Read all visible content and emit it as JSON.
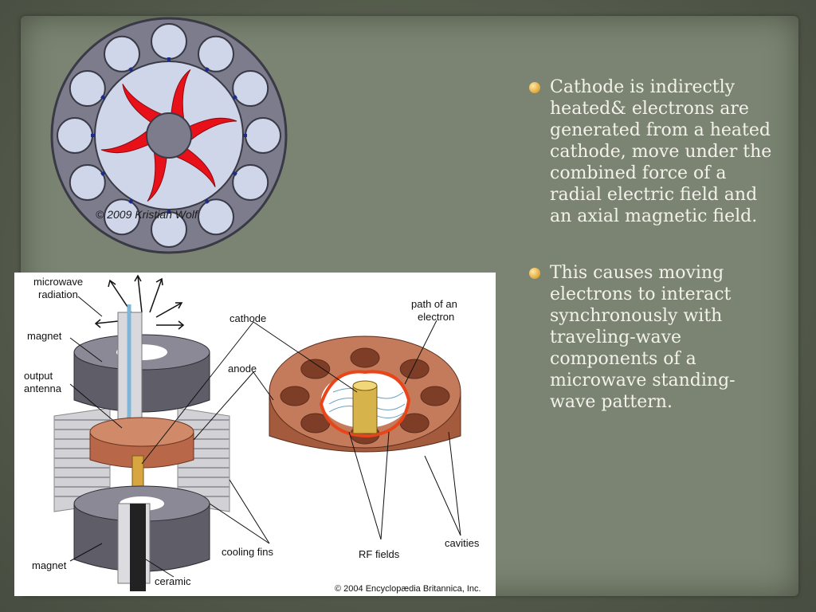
{
  "colors": {
    "background": "#545b4c",
    "panel": "#7b8472",
    "text": "#f2f2ea",
    "bullet": "#e0a635",
    "copper": "#b86848",
    "magnet": "#57565f"
  },
  "slide": {
    "bullets": [
      {
        "text": "Cathode is indirectly heated& electrons are generated from a heated cathode, move under the combined force of a radial electric field and an axial magnetic field."
      },
      {
        "text": "This causes moving electrons to interact synchronously with traveling-wave components of a microwave standing-wave pattern."
      }
    ]
  },
  "top_figure": {
    "watermark": "© 2009 Kristian Wolf"
  },
  "bottom_figure": {
    "labels": {
      "microwave_radiation": [
        "microwave",
        "radiation"
      ],
      "magnet_top": "magnet",
      "output_antenna": [
        "output",
        "antenna"
      ],
      "cathode": "cathode",
      "anode": "anode",
      "path_of_electron": [
        "path of an",
        "electron"
      ],
      "cooling_fins": "cooling fins",
      "rf_fields": "RF fields",
      "cavities": "cavities",
      "magnet_bottom": "magnet",
      "ceramic": "ceramic"
    },
    "copyright": "© 2004 Encyclopædia Britannica, Inc."
  }
}
